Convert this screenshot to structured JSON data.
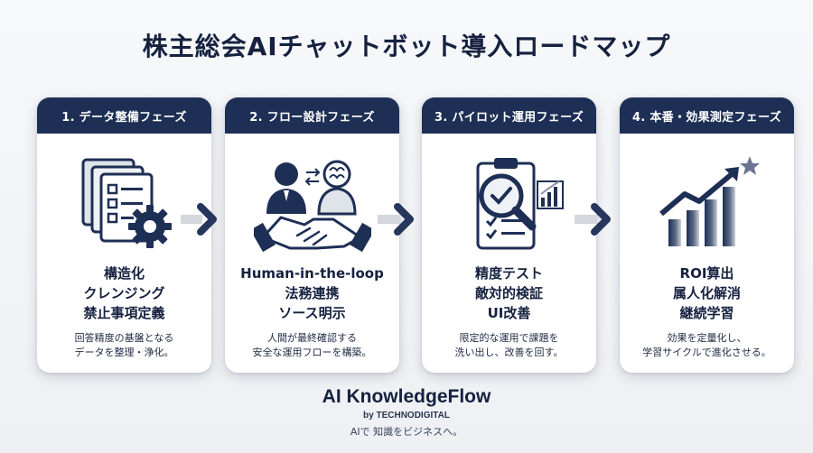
{
  "title": "株主総会AIチャットボット導入ロードマップ",
  "phases": [
    {
      "header": "1. データ整備フェーズ",
      "icon": "documents-gear-icon",
      "main": [
        "構造化",
        "クレンジング",
        "禁止事項定義"
      ],
      "desc": [
        "回答精度の基盤となる",
        "データを整理・浄化。"
      ]
    },
    {
      "header": "2. フロー設計フェーズ",
      "icon": "human-ai-handshake-icon",
      "main": [
        "Human-in-the-loop",
        "法務連携",
        "ソース明示"
      ],
      "desc": [
        "人間が最終確認する",
        "安全な運用フローを構築。"
      ]
    },
    {
      "header": "3. パイロット運用フェーズ",
      "icon": "checklist-magnifier-icon",
      "main": [
        "精度テスト",
        "敵対的検証",
        "UI改善"
      ],
      "desc": [
        "限定的な運用で課題を",
        "洗い出し、改善を回す。"
      ]
    },
    {
      "header": "4. 本番・効果測定フェーズ",
      "icon": "growth-chart-icon",
      "main": [
        "ROI算出",
        "属人化解消",
        "継続学習"
      ],
      "desc": [
        "効果を定量化し、",
        "学習サイクルで進化させる。"
      ]
    }
  ],
  "brand": {
    "name": "AI KnowledgeFlow",
    "by": "by TECHNODIGITAL",
    "tagline": "AIで 知識をビジネスへ。"
  },
  "colors": {
    "navy": "#1e2f55",
    "arrow_light": "#d4d7dc",
    "arrow_dark": "#26365c"
  }
}
